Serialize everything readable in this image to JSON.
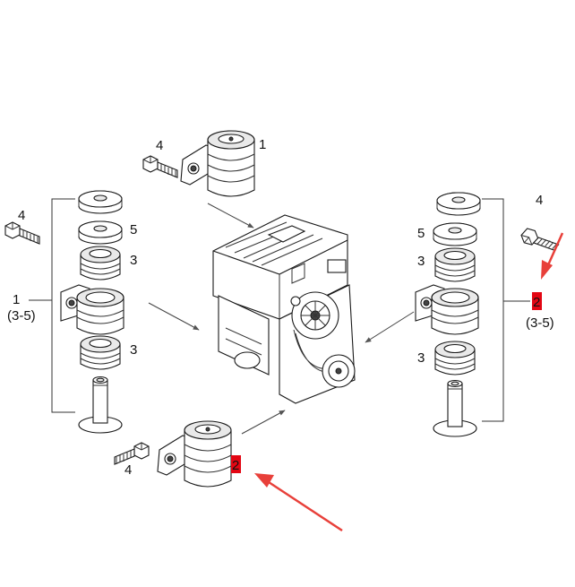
{
  "colors": {
    "highlight": "#e30613",
    "callout_arrow": "#e8403a",
    "line": "#333333",
    "background": "#ffffff"
  },
  "labels": {
    "top_mount_part": "1",
    "top_mount_bolt": "4",
    "left_group_part": "1",
    "left_group_range": "(3-5)",
    "left_bolt": "4",
    "left_washer": "5",
    "left_rubber_upper": "3",
    "left_rubber_lower": "3",
    "right_group_part": "2",
    "right_group_range": "(3-5)",
    "right_bolt": "4",
    "right_washer": "5",
    "right_rubber_upper": "3",
    "right_rubber_lower": "3",
    "bottom_mount_part": "2",
    "bottom_mount_bolt": "4"
  },
  "icons": {
    "engine": "engine-illustration",
    "mount": "engine-mount-icon",
    "bolt": "bolt-icon",
    "washer": "washer-icon",
    "rubber": "rubber-bushing-icon",
    "sleeve": "sleeve-icon"
  }
}
